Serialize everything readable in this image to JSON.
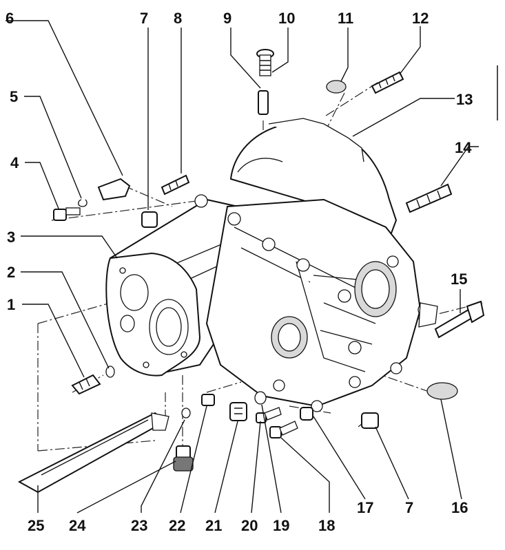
{
  "callouts": [
    {
      "id": "c6",
      "text": "6"
    },
    {
      "id": "c7a",
      "text": "7"
    },
    {
      "id": "c8",
      "text": "8"
    },
    {
      "id": "c9",
      "text": "9"
    },
    {
      "id": "c10",
      "text": "10"
    },
    {
      "id": "c11",
      "text": "11"
    },
    {
      "id": "c12",
      "text": "12"
    },
    {
      "id": "c5",
      "text": "5"
    },
    {
      "id": "c13",
      "text": "13"
    },
    {
      "id": "c4",
      "text": "4"
    },
    {
      "id": "c14",
      "text": "14"
    },
    {
      "id": "c3",
      "text": "3"
    },
    {
      "id": "c2",
      "text": "2"
    },
    {
      "id": "c15",
      "text": "15"
    },
    {
      "id": "c1",
      "text": "1"
    },
    {
      "id": "c25",
      "text": "25"
    },
    {
      "id": "c24",
      "text": "24"
    },
    {
      "id": "c23",
      "text": "23"
    },
    {
      "id": "c22",
      "text": "22"
    },
    {
      "id": "c21",
      "text": "21"
    },
    {
      "id": "c20",
      "text": "20"
    },
    {
      "id": "c19",
      "text": "19"
    },
    {
      "id": "c18",
      "text": "18"
    },
    {
      "id": "c17",
      "text": "17"
    },
    {
      "id": "c7b",
      "text": "7"
    },
    {
      "id": "c16",
      "text": "16"
    }
  ]
}
